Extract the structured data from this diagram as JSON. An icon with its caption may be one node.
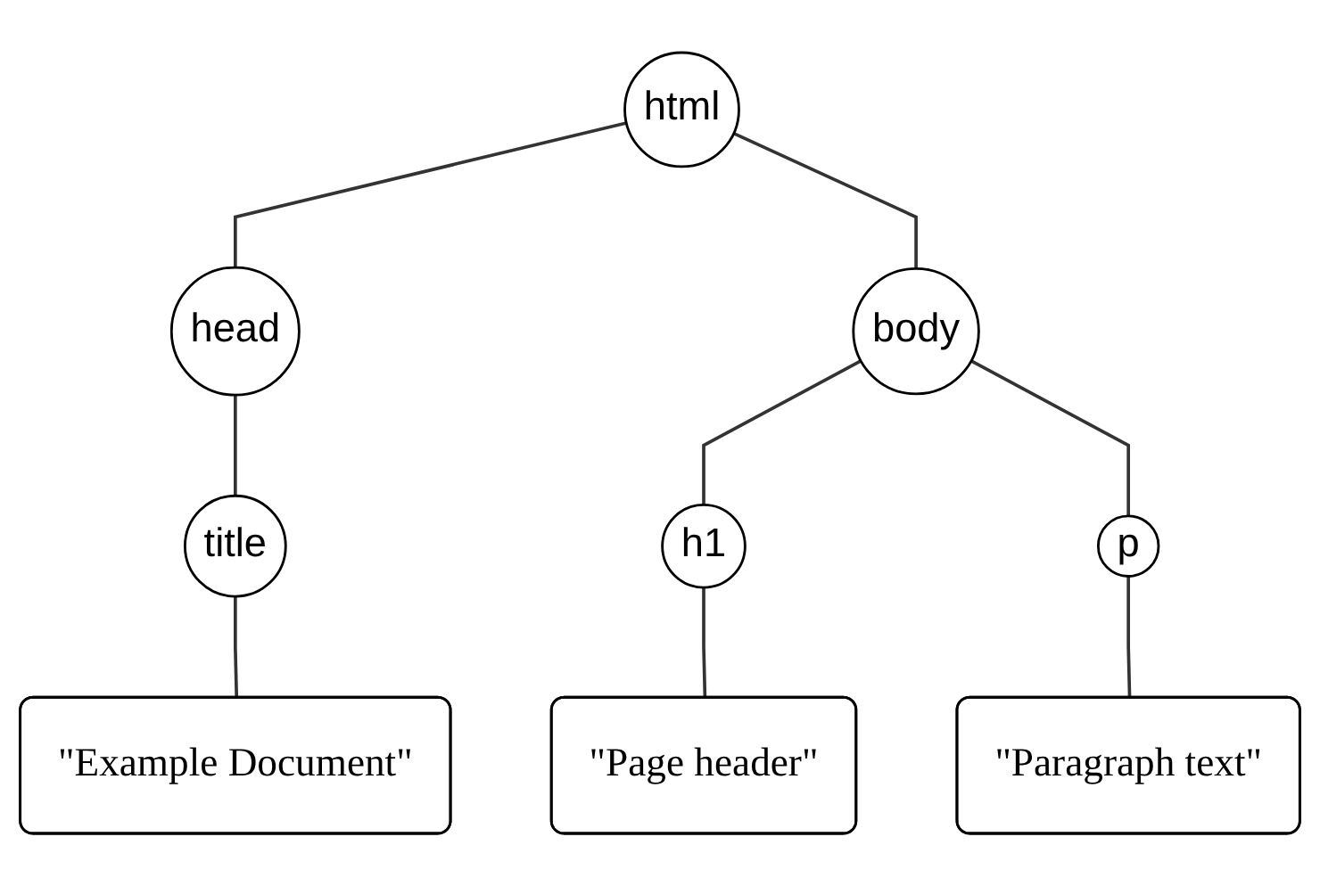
{
  "diagram": {
    "nodes": [
      {
        "text": [
          "html"
        ]
      },
      {
        "text": [
          "head"
        ]
      },
      {
        "text": [
          "body"
        ]
      },
      {
        "text": [
          "title"
        ]
      },
      {
        "text": [
          "h1"
        ]
      },
      {
        "text": [
          "p"
        ]
      },
      {
        "text": [
          "\"Example Document\""
        ]
      },
      {
        "text": [
          "\"Page header\""
        ]
      },
      {
        "text": [
          "\"Paragraph text\""
        ]
      }
    ],
    "edges": [
      {
        "from": 0,
        "to": 1,
        "arrow": "none"
      },
      {
        "from": 0,
        "to": 2,
        "arrow": "none"
      },
      {
        "from": 1,
        "to": 3,
        "arrow": "none"
      },
      {
        "from": 2,
        "to": 4,
        "arrow": "none"
      },
      {
        "from": 2,
        "to": 5,
        "arrow": "none"
      },
      {
        "from": 3,
        "to": 6,
        "arrow": "none"
      },
      {
        "from": 4,
        "to": 7,
        "arrow": "none"
      },
      {
        "from": 5,
        "to": 8,
        "arrow": "none"
      }
    ]
  }
}
